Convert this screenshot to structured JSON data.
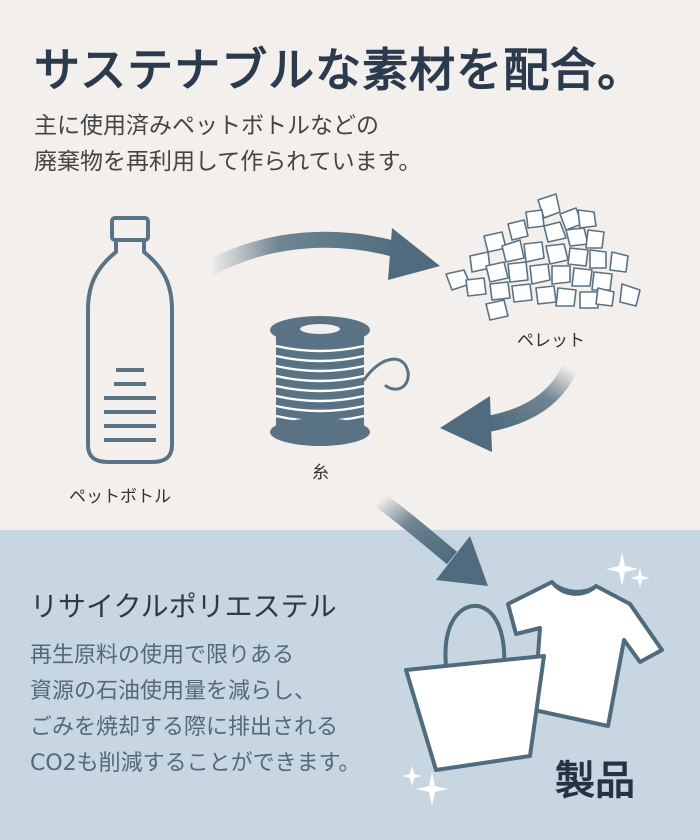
{
  "header": {
    "title": "サステナブルな素材を配合。",
    "subtitle_lines": [
      "主に使用済みペットボトルなどの",
      "廃棄物を再利用して作られています。"
    ]
  },
  "diagram": {
    "bottle_label": "ペットボトル",
    "pellet_label": "ペレット",
    "thread_label": "糸"
  },
  "recycle": {
    "title": "リサイクルポリエステル",
    "description_lines": [
      "再生原料の使用で限りある",
      "資源の石油使用量を減らし、",
      "ごみを焼却する際に排出される",
      "CO2も削減することができます。"
    ]
  },
  "product": {
    "label": "製品"
  },
  "icons": [
    "bottle-icon",
    "pellets-icon",
    "thread-spool-icon",
    "tshirt-icon",
    "tote-bag-icon",
    "sparkle-icon",
    "arrow-icon"
  ],
  "colors": {
    "top_background": "#f3efec",
    "bottom_background": "#c7d6e1",
    "title": "#2c3a4e",
    "accent_arrow": "#4f6b7d",
    "line_art": "#5a7384"
  }
}
